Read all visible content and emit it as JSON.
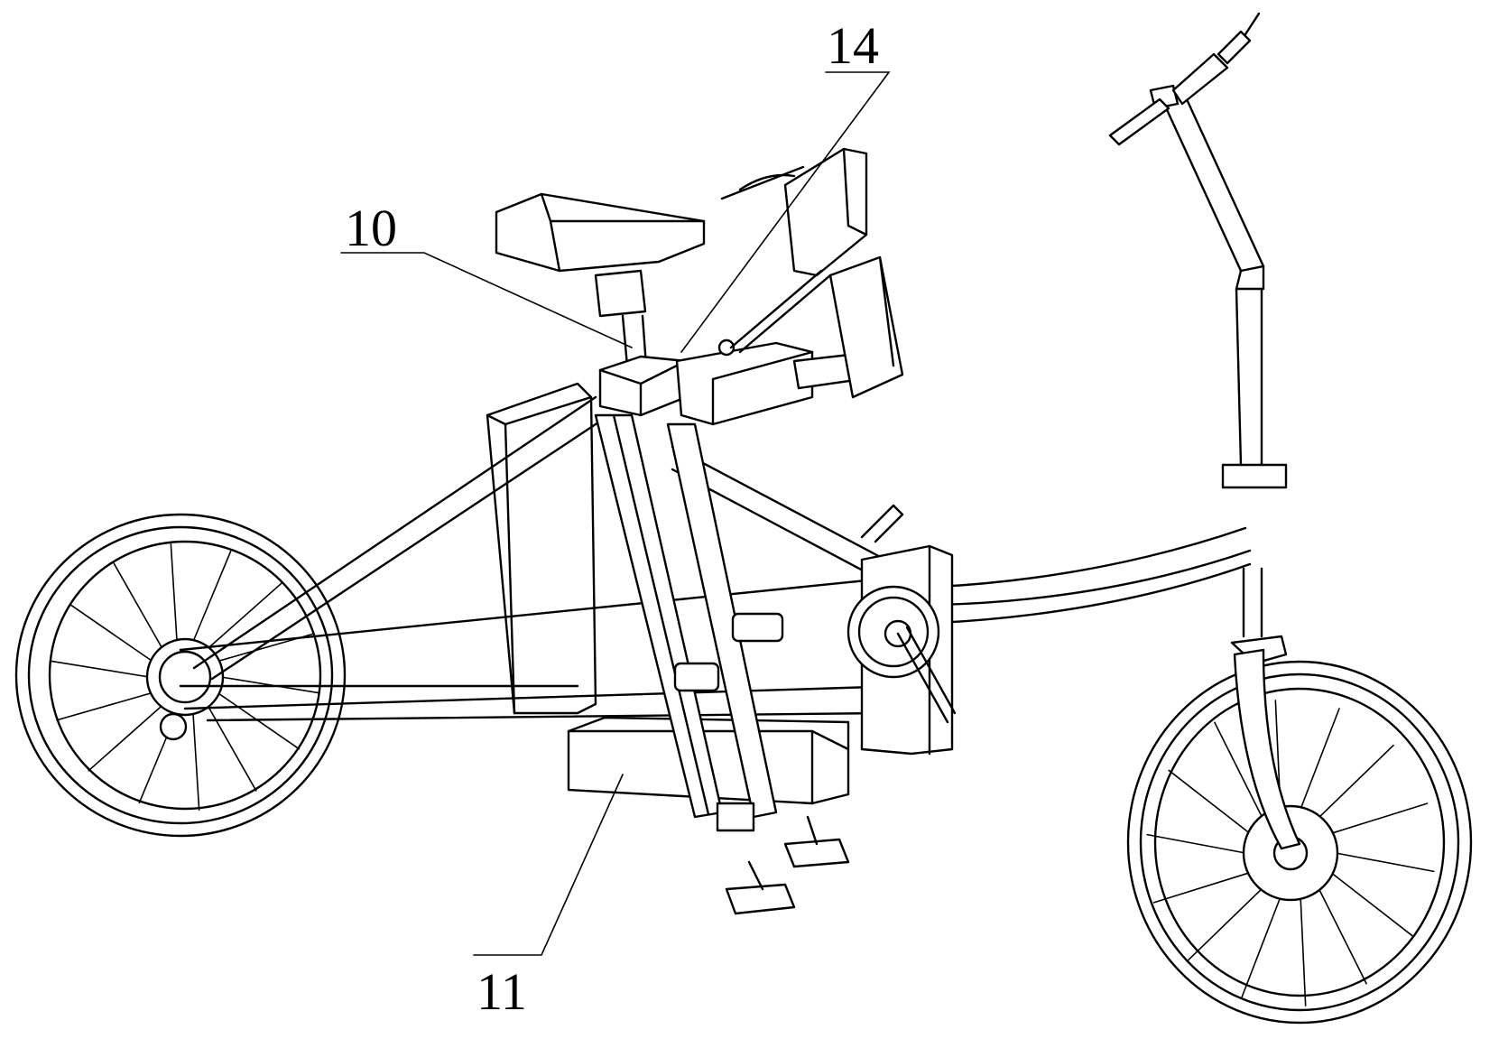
{
  "callouts": [
    {
      "id": "seat-frame-callout",
      "label": "10"
    },
    {
      "id": "top-joint-callout",
      "label": "14"
    },
    {
      "id": "lower-housing-callout",
      "label": "11"
    }
  ],
  "colors": {
    "line": "#000000",
    "background": "#ffffff"
  }
}
